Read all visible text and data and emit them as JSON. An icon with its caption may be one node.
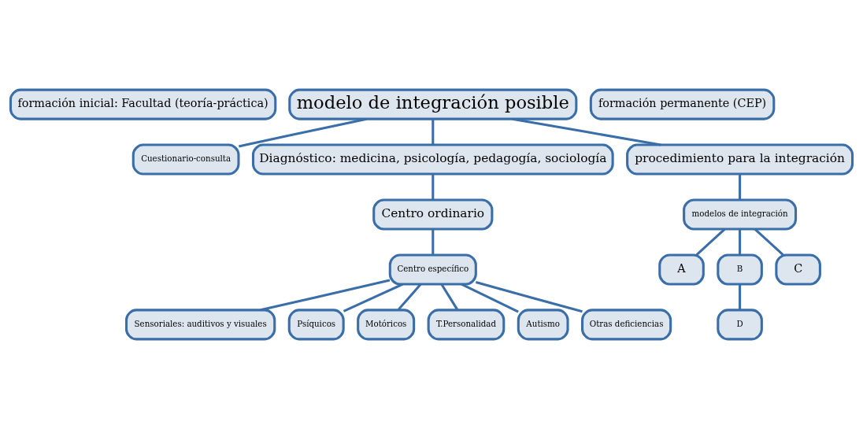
{
  "diagram": {
    "nodes": [
      {
        "text": [
          "formación inicial: Facultad (teoría-práctica)"
        ]
      },
      {
        "text": [
          "modelo de integración posible"
        ]
      },
      {
        "text": [
          "formación permanente (CEP)"
        ]
      },
      {
        "text": [
          "Cuestionario-consulta"
        ]
      },
      {
        "text": [
          "Diagnóstico: medicina, psicología, pedagogía, sociología"
        ]
      },
      {
        "text": [
          "procedimiento para la integración"
        ]
      },
      {
        "text": [
          "Centro ordinario"
        ]
      },
      {
        "text": [
          "Centro específico"
        ]
      },
      {
        "text": [
          "Sensoriales: auditivos y visuales"
        ]
      },
      {
        "text": [
          "Psíquicos"
        ]
      },
      {
        "text": [
          "Motóricos"
        ]
      },
      {
        "text": [
          "T.Personalidad"
        ]
      },
      {
        "text": [
          "Autismo"
        ]
      },
      {
        "text": [
          "Otras deficiencias"
        ]
      },
      {
        "text": [
          "modelos de integración"
        ]
      },
      {
        "text": [
          "A"
        ]
      },
      {
        "text": [
          "B"
        ]
      },
      {
        "text": [
          "C"
        ]
      },
      {
        "text": [
          "D"
        ]
      }
    ],
    "edges": [
      {
        "from": 1,
        "to": 3,
        "arrow": "none"
      },
      {
        "from": 1,
        "to": 4,
        "arrow": "none"
      },
      {
        "from": 1,
        "to": 5,
        "arrow": "none"
      },
      {
        "from": 4,
        "to": 6,
        "arrow": "none"
      },
      {
        "from": 6,
        "to": 7,
        "arrow": "none"
      },
      {
        "from": 7,
        "to": 8,
        "arrow": "none"
      },
      {
        "from": 7,
        "to": 9,
        "arrow": "none"
      },
      {
        "from": 7,
        "to": 10,
        "arrow": "none"
      },
      {
        "from": 7,
        "to": 11,
        "arrow": "none"
      },
      {
        "from": 7,
        "to": 12,
        "arrow": "none"
      },
      {
        "from": 7,
        "to": 13,
        "arrow": "none"
      },
      {
        "from": 5,
        "to": 14,
        "arrow": "none"
      },
      {
        "from": 14,
        "to": 15,
        "arrow": "none"
      },
      {
        "from": 14,
        "to": 16,
        "arrow": "none"
      },
      {
        "from": 14,
        "to": 17,
        "arrow": "none"
      },
      {
        "from": 16,
        "to": 18,
        "arrow": "none"
      }
    ]
  }
}
